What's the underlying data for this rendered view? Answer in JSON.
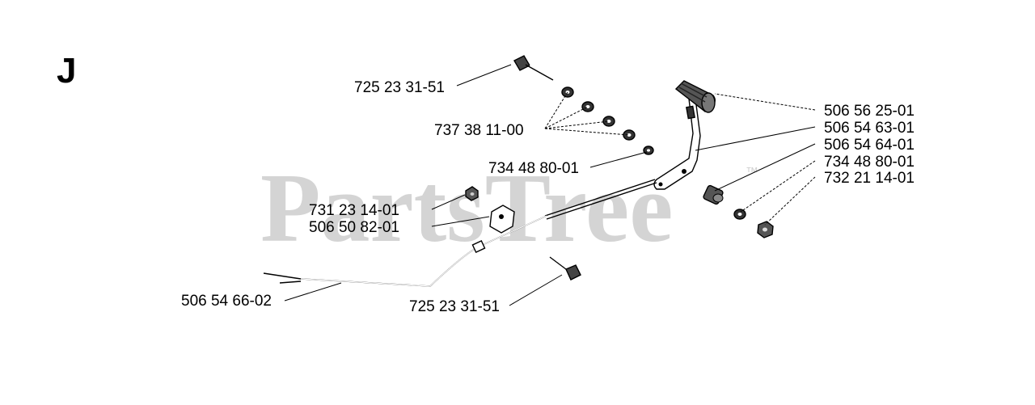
{
  "section_letter": "J",
  "watermark": {
    "text": "PartsTree",
    "mark": "™"
  },
  "parts": [
    {
      "part_number": "725 23 31-51"
    },
    {
      "part_number": "737 38 11-00"
    },
    {
      "part_number": "734 48 80-01"
    },
    {
      "part_number": "731 23 14-01"
    },
    {
      "part_number": "506 50 82-01"
    },
    {
      "part_number": "506 54 66-02"
    },
    {
      "part_number": "725 23 31-51"
    },
    {
      "part_number": "506 56 25-01"
    },
    {
      "part_number": "506 54 63-01"
    },
    {
      "part_number": "506 54 64-01"
    },
    {
      "part_number": "734 48 80-01"
    },
    {
      "part_number": "732 21 14-01"
    }
  ]
}
